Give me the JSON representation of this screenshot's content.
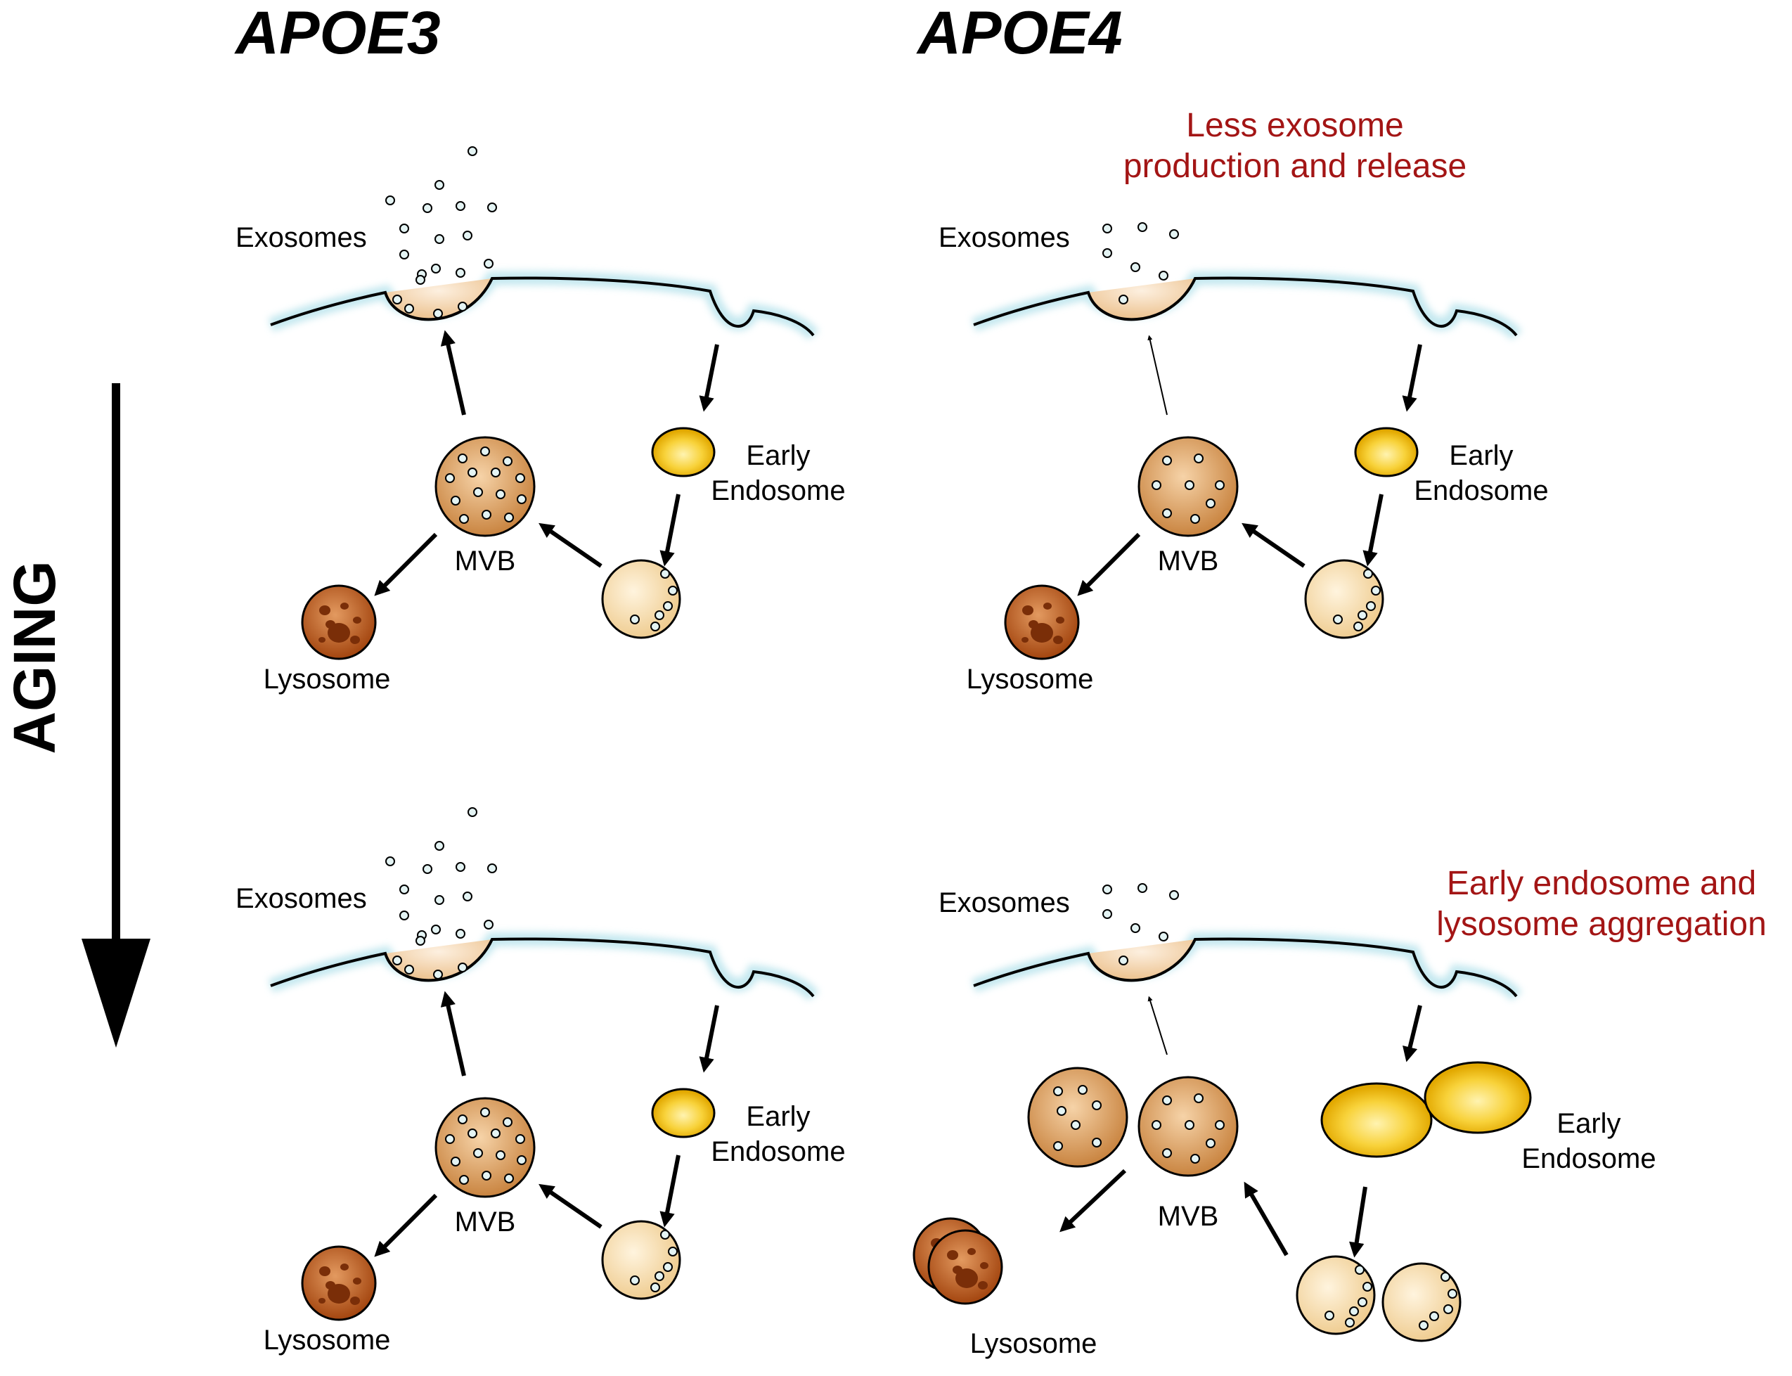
{
  "headers": {
    "apoe3": "APOE3",
    "apoe4": "APOE4"
  },
  "axis_label": "AGING",
  "labels": {
    "exosomes": "Exosomes",
    "early": "Early",
    "endosome": "Endosome",
    "mvb": "MVB",
    "lysosome": "Lysosome"
  },
  "annotations": {
    "top_right_line1": "Less exosome",
    "top_right_line2": "production and release",
    "bottom_right_line1": "Early endosome and",
    "bottom_right_line2": "lysosome aggregation"
  },
  "colors": {
    "annotation": "#a31515",
    "early_endosome": "#f5c518",
    "mvb": "#dea56a",
    "lysosome": "#b5541c",
    "late_endosome": "#f7dcae",
    "exosome": "#e4f4f4"
  }
}
